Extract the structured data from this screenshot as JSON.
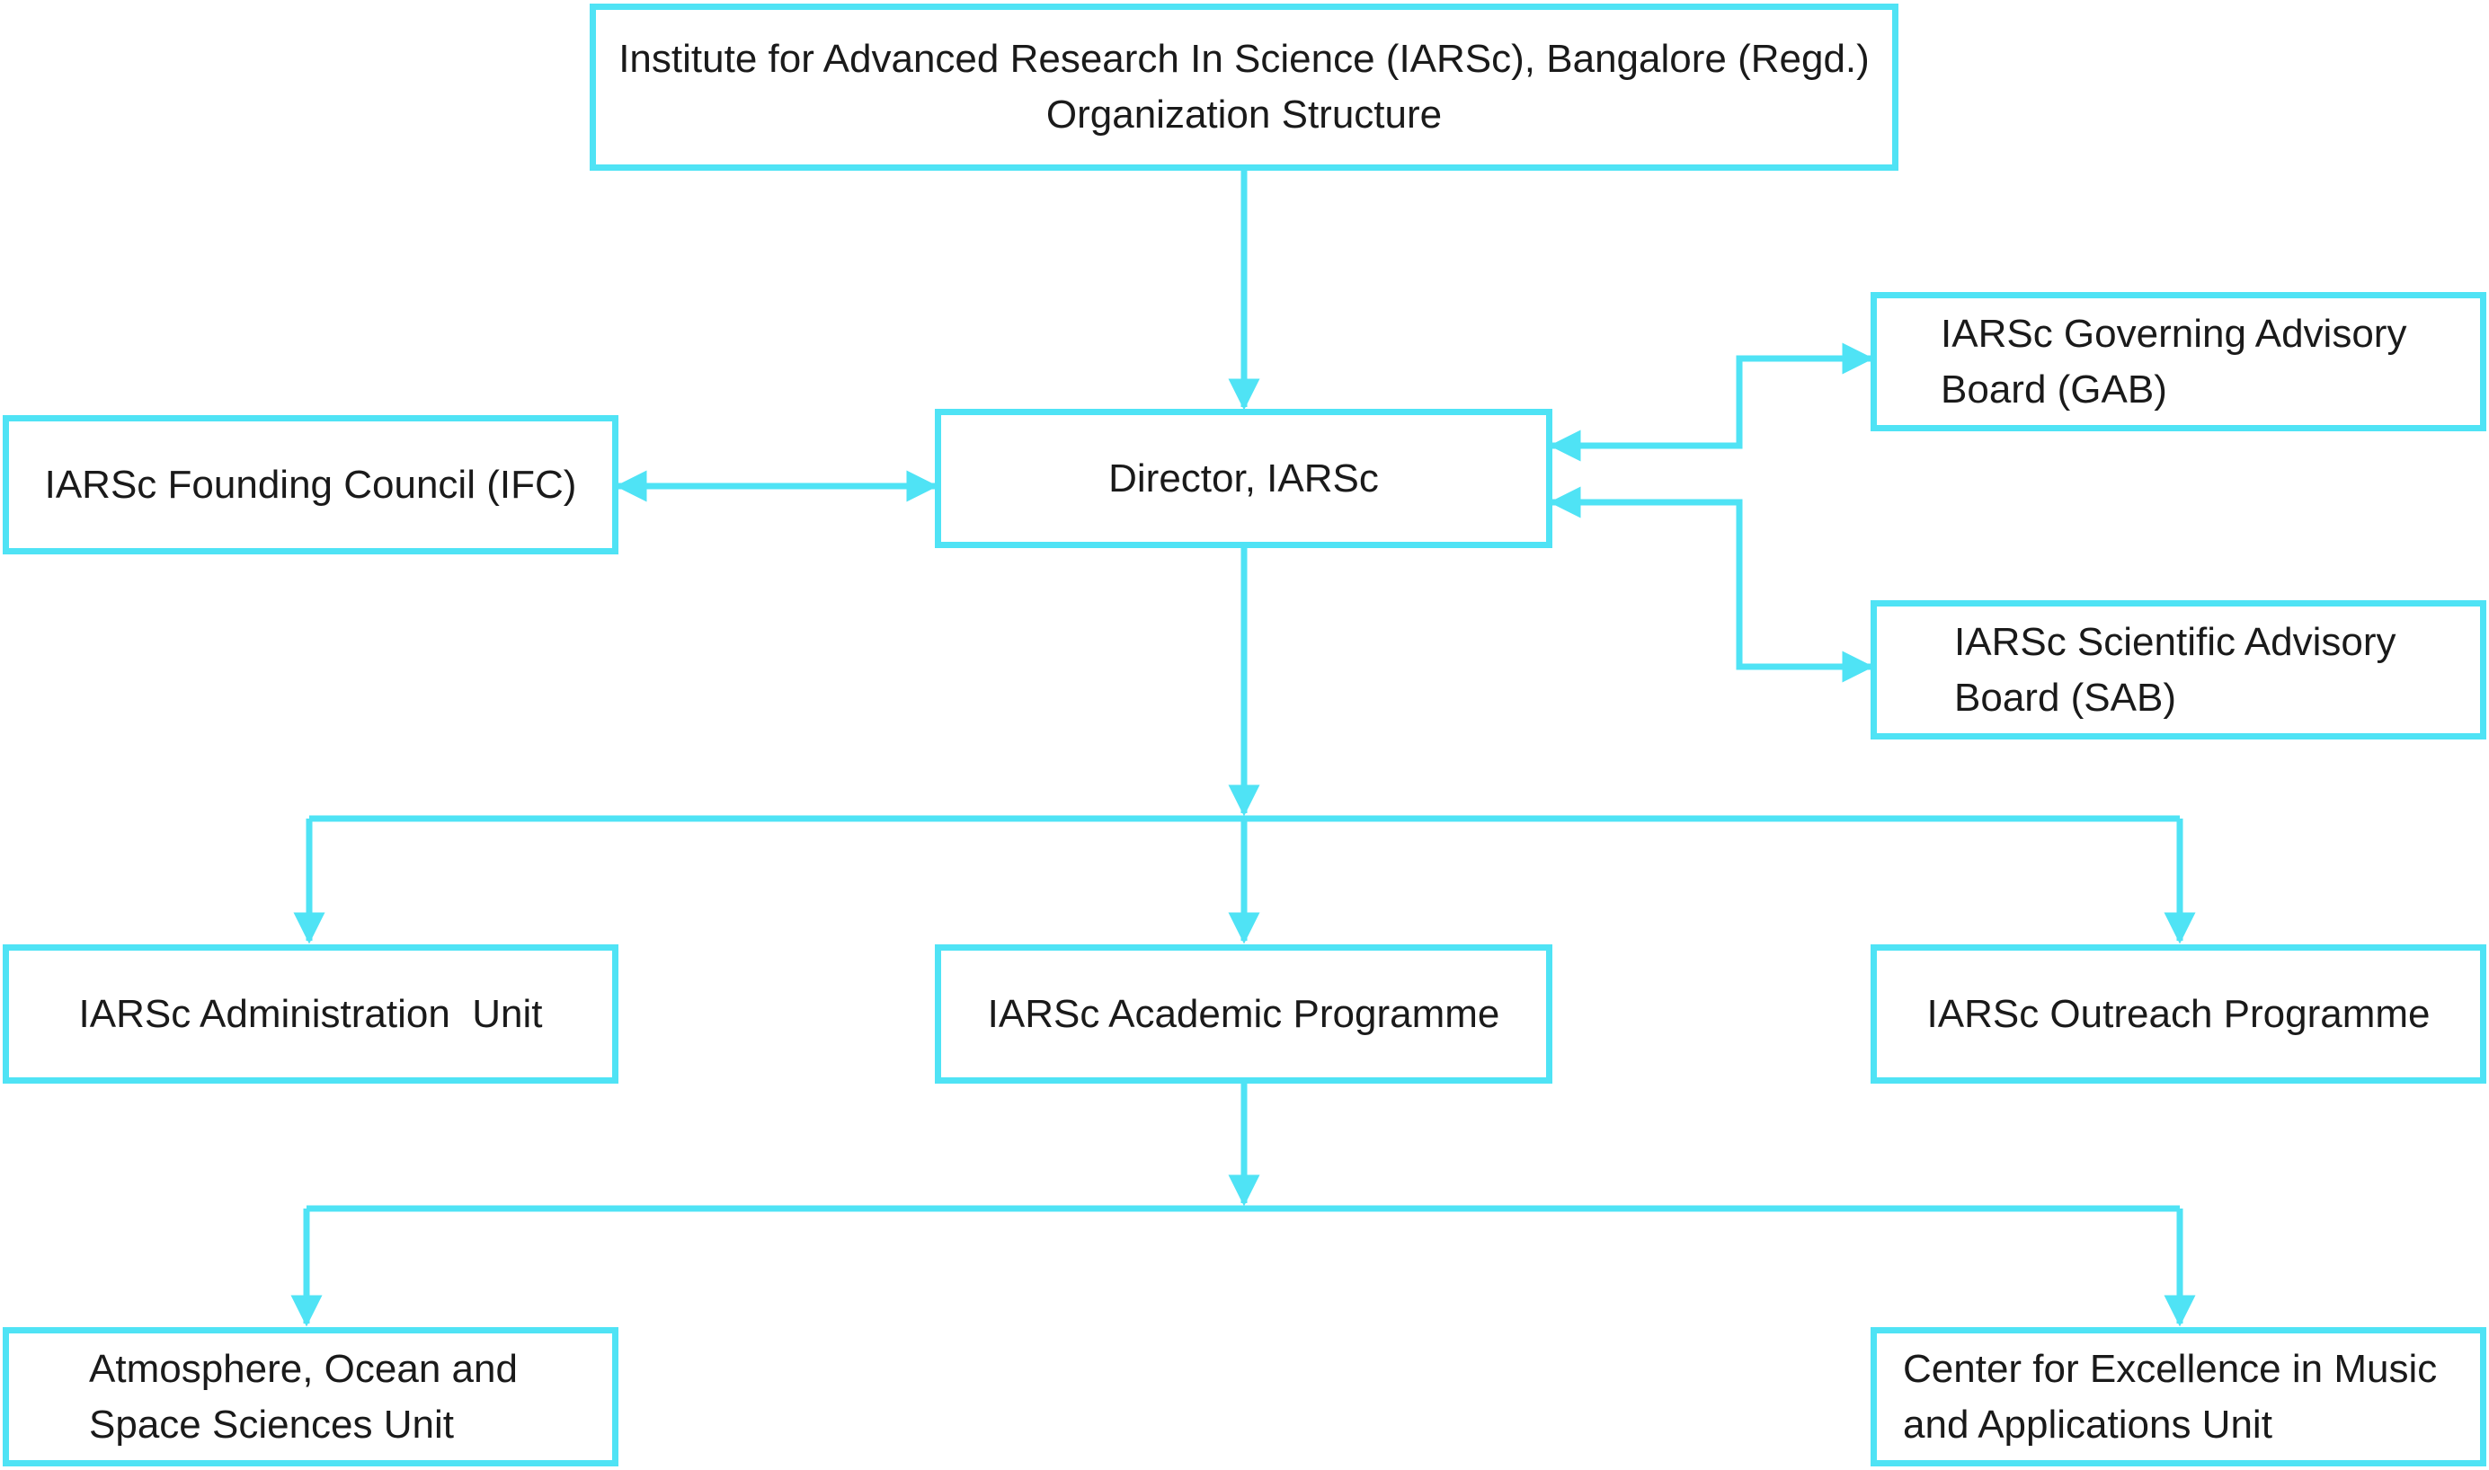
{
  "diagram": {
    "title_box": {
      "line1": "Institute for Advanced Research In Science (IARSc), Bangalore (Regd.)",
      "line2": "Organization Structure"
    },
    "director": {
      "label": "Director, IARSc"
    },
    "founding_council": {
      "label": "IARSc Founding Council (IFC)"
    },
    "governing_board": {
      "line1": "IARSc Governing Advisory",
      "line2": "Board (GAB)"
    },
    "scientific_board": {
      "line1": "IARSc Scientific Advisory",
      "line2": "Board (SAB)"
    },
    "administration_unit": {
      "label": "IARSc Administration  Unit"
    },
    "academic_programme": {
      "label": "IARSc Academic Programme"
    },
    "outreach_programme": {
      "label": "IARSc Outreach Programme"
    },
    "atmosphere_unit": {
      "line1": "Atmosphere, Ocean and",
      "line2": "Space Sciences Unit"
    },
    "music_unit": {
      "line1": "Center for Excellence in Music",
      "line2": "and Applications Unit"
    }
  },
  "colors": {
    "accent": "#4FE3F5",
    "text": "#1a1a1a",
    "background": "#ffffff"
  }
}
